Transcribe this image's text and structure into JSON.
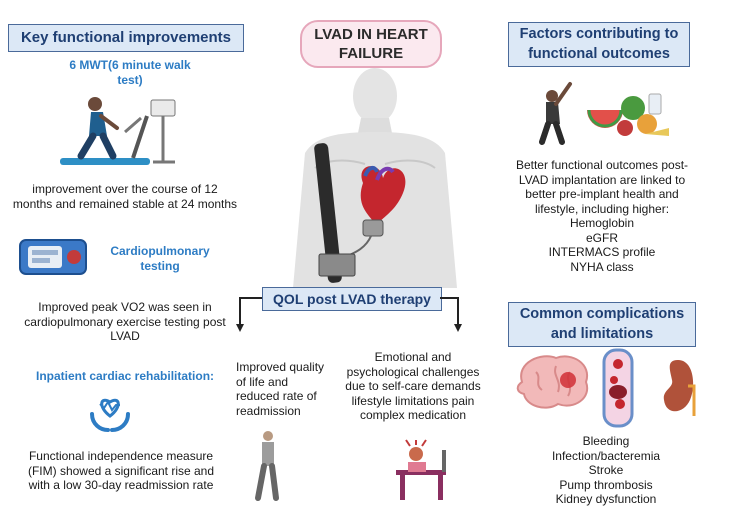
{
  "title": "LVAD IN HEART FAILURE",
  "left": {
    "heading": "Key functional improvements",
    "walk_test_label": "6 MWT(6 minute walk test)",
    "walk_test_text": "improvement over the course of 12 months and remained stable at 24 months",
    "cpet_label": "Cardiopulmonary testing",
    "cpet_text": "Improved peak VO2 was seen in cardiopulmonary exercise testing post LVAD",
    "rehab_label": "Inpatient cardiac rehabilitation:",
    "rehab_text": "Functional independence measure (FIM) showed a significant rise and with a low 30-day readmission rate"
  },
  "center": {
    "qol_heading": "QOL post LVAD therapy",
    "qol_left_text": "Improved quality of life and reduced rate of readmission",
    "qol_right_text": "Emotional and psychological challenges due to self-care demands lifestyle limitations pain complex medication"
  },
  "right": {
    "factors_heading": "Factors contributing to functional outcomes",
    "factors_text": "Better functional outcomes post-LVAD implantation are linked to better pre-implant health and lifestyle, including higher:",
    "factors_list": [
      "Hemoglobin",
      "eGFR",
      "INTERMACS profile",
      "NYHA class"
    ],
    "complications_heading": "Common complications and limitations",
    "complications_list": [
      "Bleeding",
      "Infection/bacteremia",
      "Stroke",
      "Pump thrombosis",
      "Kidney dysfunction"
    ]
  },
  "colors": {
    "heading_border": "#4a6a9a",
    "heading_fill": "#dce8f6",
    "heading_text": "#1f3f73",
    "label_blue": "#2d7cc4",
    "title_border": "#e6a7bb",
    "title_fill": "#fbe9ef"
  },
  "icons": [
    "treadmill-icon",
    "cpet-machine-icon",
    "heart-hands-icon",
    "torso-lvad-icon",
    "walking-person-icon",
    "stressed-person-icon",
    "exercise-person-icon",
    "healthy-food-icon",
    "brain-icon",
    "blood-vessel-icon",
    "kidney-icon"
  ]
}
